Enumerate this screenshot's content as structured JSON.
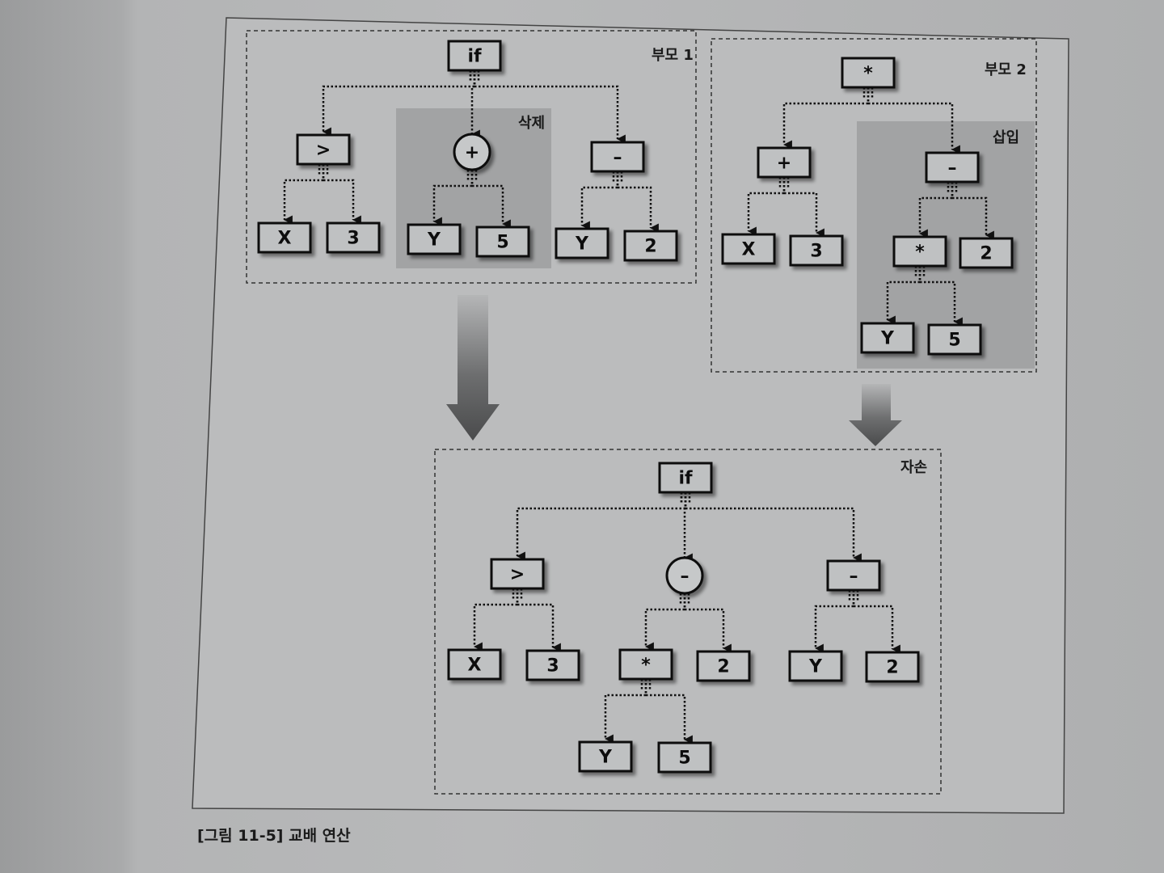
{
  "caption": "[그림 11-5] 교배 연산",
  "labels": {
    "parent1": "부모 1",
    "parent2": "부모 2",
    "delete": "삭제",
    "insert": "삽입",
    "child": "자손"
  },
  "parent1_tree": {
    "root": "if",
    "children": [
      {
        "op": ">",
        "children": [
          "X",
          "3"
        ]
      },
      {
        "op": "+",
        "children": [
          "Y",
          "5"
        ]
      },
      {
        "op": "–",
        "children": [
          "Y",
          "2"
        ]
      }
    ]
  },
  "parent2_tree": {
    "root": "*",
    "children": [
      {
        "op": "+",
        "children": [
          "X",
          "3"
        ]
      },
      {
        "op": "–",
        "children": [
          {
            "op": "*",
            "children": [
              "Y",
              "5"
            ]
          },
          "2"
        ]
      }
    ]
  },
  "child_tree": {
    "root": "if",
    "children": [
      {
        "op": ">",
        "children": [
          "X",
          "3"
        ]
      },
      {
        "op": "–",
        "children": [
          {
            "op": "*",
            "children": [
              "Y",
              "5"
            ]
          },
          "2"
        ]
      },
      {
        "op": "–",
        "children": [
          "Y",
          "2"
        ]
      }
    ]
  },
  "colors": {
    "shade": "#a2a3a4",
    "node_fill": "#bfc1c2",
    "stroke": "#111111"
  }
}
